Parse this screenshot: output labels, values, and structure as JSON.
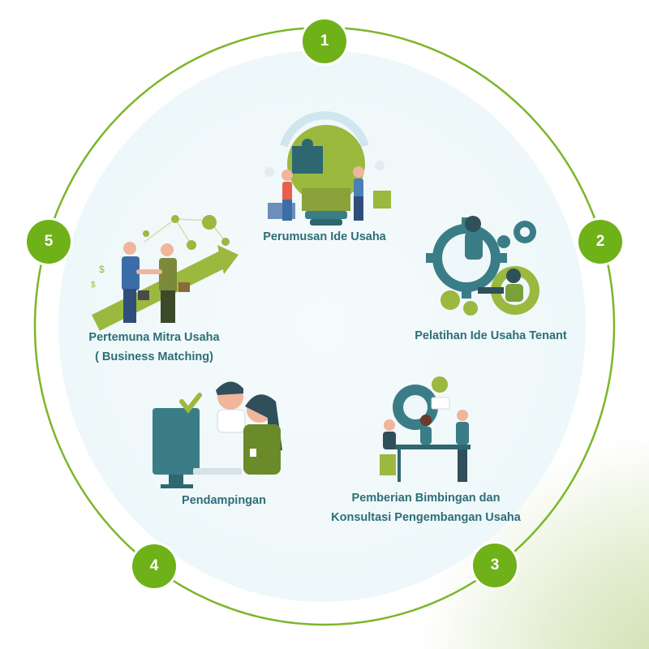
{
  "steps": [
    {
      "number": "1",
      "label": "Perumusan Ide Usaha"
    },
    {
      "number": "2",
      "label": "Pelatihan Ide Usaha Tenant"
    },
    {
      "number": "3",
      "label_line1": "Pemberian Bimbingan dan",
      "label_line2": "Konsultasi Pengembangan Usaha"
    },
    {
      "number": "4",
      "label": "Pendampingan"
    },
    {
      "number": "5",
      "label_line1": "Pertemuna Mitra Usaha",
      "label_line2": "( Business Matching)"
    }
  ],
  "colors": {
    "accent_green": "#6fb118",
    "label_teal": "#2d6e78",
    "illustration_teal": "#3b7d86",
    "illustration_olive": "#8aa23a"
  },
  "icons": [
    "puzzle-lightbulb-icon",
    "gears-training-icon",
    "meeting-gears-icon",
    "computer-assistance-icon",
    "handshake-growth-icon"
  ]
}
